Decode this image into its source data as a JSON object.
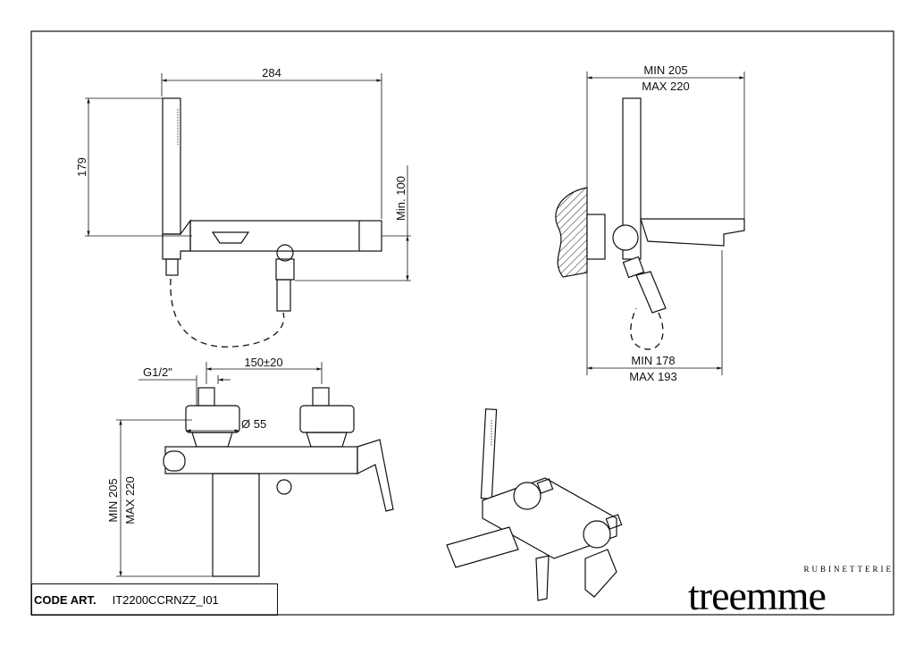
{
  "code_box": {
    "label": "CODE ART.",
    "value": "IT2200CCRNZZ_I01"
  },
  "logo": {
    "sub": "RUBINETTERIE",
    "main": "treemme"
  },
  "dimensions": {
    "side_width": "284",
    "side_height": "179",
    "side_min_height": "Min. 100",
    "right_top_min": "MIN 205",
    "right_top_max": "MAX 220",
    "right_bottom_min": "MIN 178",
    "right_bottom_max": "MAX 193",
    "front_thread": "G1/2\"",
    "front_spacing": "150±20",
    "front_diameter": "Ø 55",
    "front_height_min": "MIN 205",
    "front_height_max": "MAX 220"
  }
}
